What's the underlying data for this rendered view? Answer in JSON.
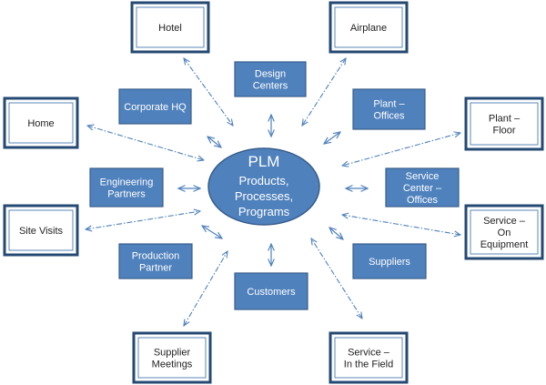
{
  "center": {
    "lines": [
      "PLM",
      "Products,",
      "Processes,",
      "Programs"
    ]
  },
  "outer_nodes": {
    "hotel": [
      "Hotel"
    ],
    "airplane": [
      "Airplane"
    ],
    "home": [
      "Home"
    ],
    "plant_floor": [
      "Plant –",
      "Floor"
    ],
    "site_visits": [
      "Site Visits"
    ],
    "service_equipment": [
      "Service –",
      "On",
      "Equipment"
    ],
    "supplier_meetings": [
      "Supplier",
      "Meetings"
    ],
    "service_field": [
      "Service –",
      "In the Field"
    ]
  },
  "inner_nodes": {
    "design_centers": [
      "Design",
      "Centers"
    ],
    "corporate_hq": [
      "Corporate HQ"
    ],
    "plant_offices": [
      "Plant –",
      "Offices"
    ],
    "engineering_partners": [
      "Engineering",
      "Partners"
    ],
    "service_center_offices": [
      "Service",
      "Center –",
      "Offices"
    ],
    "production_partner": [
      "Production",
      "Partner"
    ],
    "suppliers": [
      "Suppliers"
    ],
    "customers": [
      "Customers"
    ]
  },
  "colors": {
    "node_fill": "#4f81bd",
    "node_border": "#385d8a",
    "outer_border": "#244a73",
    "connector": "#4f81bd"
  }
}
